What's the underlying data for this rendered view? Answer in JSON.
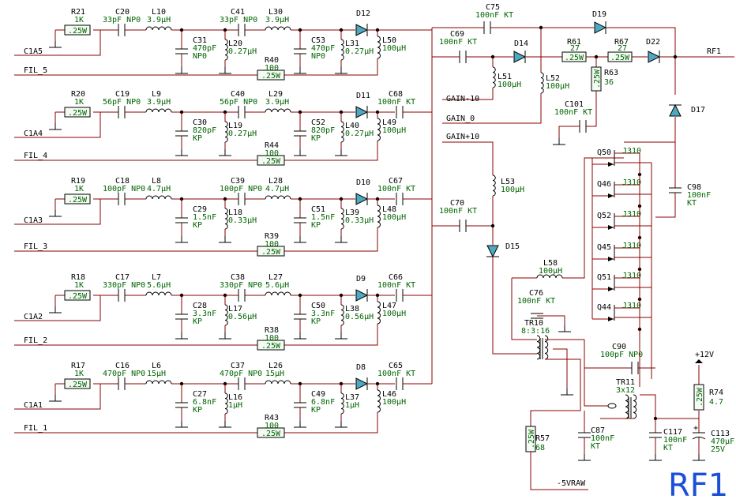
{
  "sheet_label": "RF1",
  "colors": {
    "wire": "#8b0000",
    "value_text": "#006400",
    "title": "#1a4fd6",
    "diode": "#4fa8c0"
  },
  "nets": {
    "out": "RF1",
    "gain_m10": "GAIN-10",
    "gain_0": "GAIN_0",
    "gain_p10": "GAIN+10",
    "v12": "+12V",
    "vneg": "-5VRAW"
  },
  "rows": [
    {
      "input": "C1A5",
      "fil": "FIL_5",
      "rin": [
        "R21",
        "1K",
        ".25W"
      ],
      "c1": [
        "C20",
        "33pF NP0"
      ],
      "l1": [
        "L10",
        "3.9µH"
      ],
      "csh1": [
        "C31",
        "470pF",
        "NP0"
      ],
      "lsh1": [
        "L20",
        "0.27µH"
      ],
      "c2": [
        "C41",
        "33pF NP0"
      ],
      "l2": [
        "L30",
        "3.9µH"
      ],
      "csh2": [
        "C53",
        "470pF",
        "NP0"
      ],
      "lsh2": [
        "L31",
        "0.27µH"
      ],
      "d": "D12",
      "lb": [
        "L50",
        "100µH"
      ],
      "rf": [
        "R40",
        "100",
        ".25W"
      ]
    },
    {
      "input": "C1A4",
      "fil": "FIL_4",
      "rin": [
        "R20",
        "1K",
        ".25W"
      ],
      "c1": [
        "C19",
        "56pF NP0"
      ],
      "l1": [
        "L9",
        "3.9µH"
      ],
      "csh1": [
        "C30",
        "820pF",
        "KP"
      ],
      "lsh1": [
        "L19",
        "0.27µH"
      ],
      "c2": [
        "C40",
        "56pF NP0"
      ],
      "l2": [
        "L29",
        "3.9µH"
      ],
      "csh2": [
        "C52",
        "820pF",
        "KP"
      ],
      "lsh2": [
        "L40",
        "0.27µH"
      ],
      "d": "D11",
      "cc": [
        "C68",
        "100nF KT"
      ],
      "lb": [
        "L49",
        "100µH"
      ],
      "rf": [
        "R44",
        "100",
        ".25W"
      ]
    },
    {
      "input": "C1A3",
      "fil": "FIL_3",
      "rin": [
        "R19",
        "1K",
        ".25W"
      ],
      "c1": [
        "C18",
        "100pF NP0"
      ],
      "l1": [
        "L8",
        "4.7µH"
      ],
      "csh1": [
        "C29",
        "1.5nF",
        "KP"
      ],
      "lsh1": [
        "L18",
        "0.33µH"
      ],
      "c2": [
        "C39",
        "100pF NP0"
      ],
      "l2": [
        "L28",
        "4.7µH"
      ],
      "csh2": [
        "C51",
        "1.5nF",
        "KP"
      ],
      "lsh2": [
        "L39",
        "0.33µH"
      ],
      "d": "D10",
      "cc": [
        "C67",
        "100nF KT"
      ],
      "lb": [
        "L48",
        "100µH"
      ],
      "rf": [
        "R39",
        "100",
        ".25W"
      ]
    },
    {
      "input": "C1A2",
      "fil": "FIL_2",
      "rin": [
        "R18",
        "1K",
        ".25W"
      ],
      "c1": [
        "C17",
        "330pF NP0"
      ],
      "l1": [
        "L7",
        "5.6µH"
      ],
      "csh1": [
        "C28",
        "3.3nF",
        "KP"
      ],
      "lsh1": [
        "L17",
        "0.56µH"
      ],
      "c2": [
        "C38",
        "330pF NP0"
      ],
      "l2": [
        "L27",
        "5.6µH"
      ],
      "csh2": [
        "C50",
        "3.3nF",
        "KP"
      ],
      "lsh2": [
        "L38",
        "0.56µH"
      ],
      "d": "D9",
      "cc": [
        "C66",
        "100nF KT"
      ],
      "lb": [
        "L47",
        "100µH"
      ],
      "rf": [
        "R38",
        "100",
        ".25W"
      ]
    },
    {
      "input": "C1A1",
      "fil": "FIL_1",
      "rin": [
        "R17",
        "1K",
        ".25W"
      ],
      "c1": [
        "C16",
        "470pF NP0"
      ],
      "l1": [
        "L6",
        "15µH"
      ],
      "csh1": [
        "C27",
        "6.8nF",
        "KP"
      ],
      "lsh1": [
        "L16",
        "1µH"
      ],
      "c2": [
        "C37",
        "470pF NP0"
      ],
      "l2": [
        "L26",
        "15µH"
      ],
      "csh2": [
        "C49",
        "6.8nF",
        "KP"
      ],
      "lsh2": [
        "L37",
        "1µH"
      ],
      "d": "D8",
      "cc": [
        "C65",
        "100nF KT"
      ],
      "lb": [
        "L46",
        "100µH"
      ],
      "rf": [
        "R43",
        "100",
        ".25W"
      ]
    }
  ],
  "right": {
    "c75": [
      "C75",
      "100nF KT"
    ],
    "d19": "D19",
    "c69": [
      "C69",
      "100nF KT"
    ],
    "d14": "D14",
    "r61": [
      "R61",
      "27",
      ".25W"
    ],
    "r67": [
      "R67",
      "27",
      ".25W"
    ],
    "d22": "D22",
    "l51": [
      "L51",
      "100µH"
    ],
    "l52": [
      "L52",
      "100µH"
    ],
    "r63": [
      "R63",
      "36",
      ".25W"
    ],
    "c101": [
      "C101",
      "100nF KT"
    ],
    "d17": "D17",
    "c70": [
      "C70",
      "100nF KT"
    ],
    "l53": [
      "L53",
      "100µH"
    ],
    "d15": "D15",
    "l58": [
      "L58",
      "100µH"
    ],
    "c76": [
      "C76",
      "100nF KT"
    ],
    "tr10": [
      "TR10",
      "8:3:16"
    ],
    "c90": [
      "C90",
      "100pF NP0"
    ],
    "tr11": [
      "TR11",
      "3x12"
    ],
    "fets": [
      [
        "Q50",
        "J310"
      ],
      [
        "Q46",
        "J310"
      ],
      [
        "Q52",
        "J310"
      ],
      [
        "Q45",
        "J310"
      ],
      [
        "Q51",
        "J310"
      ],
      [
        "Q44",
        "J310"
      ]
    ],
    "c98": [
      "C98",
      "100nF",
      "KT"
    ],
    "r57": [
      "R57",
      "68",
      ".25W"
    ],
    "c87": [
      "C87",
      "100nF",
      "KT"
    ],
    "c117": [
      "C117",
      "100nF",
      "KT"
    ],
    "c113": [
      "C113",
      "470µF",
      "25V"
    ],
    "r74": [
      "R74",
      "4.7",
      ".25W"
    ]
  }
}
